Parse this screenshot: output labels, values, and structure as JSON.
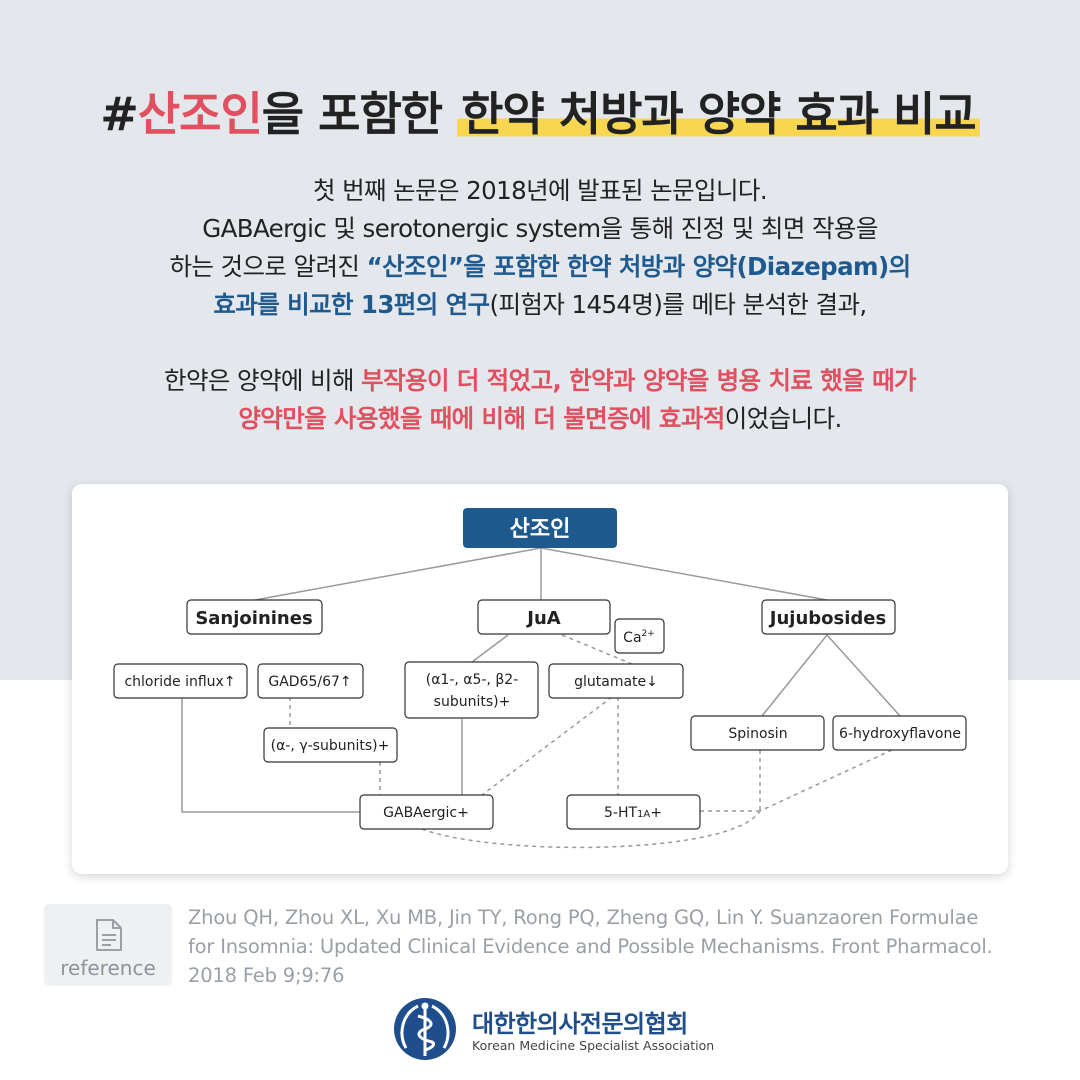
{
  "title": {
    "hash": "#",
    "highlight_red": "산조인",
    "middle": "을 포함한 ",
    "highlight_yellow": "한약 처방과 양약 효과 비교"
  },
  "paragraph1": {
    "line1": "첫 번째 논문은 2018년에 발표된 논문입니다.",
    "line2": "GABAergic 및 serotonergic system을 통해 진정 및 최면 작용을",
    "line3_plain": "하는 것으로 알려진 ",
    "line3_bold": "“산조인”을 포함한 한약 처방과 양약(Diazepam)의",
    "line4_bold": "효과를 비교한 13편의 연구",
    "line4_plain": "(피험자 1454명)를 메타 분석한 결과,"
  },
  "paragraph2": {
    "line1_plain": "한약은 양약에 비해 ",
    "line1_red": "부작용이 더 적었고, 한약과 양약을 병용 치료 했을 때가",
    "line2_red": "양약만을 사용했을 때에 비해 더 불면증에 효과적",
    "line2_plain": "이었습니다."
  },
  "diagram": {
    "root": "산조인",
    "sanjoinines": "Sanjoinines",
    "jua": "JuA",
    "jujubosides": "Jujubosides",
    "ca": "Ca",
    "ca_sup": "2+",
    "chloride": "chloride influx↑",
    "gad": "GAD65/67↑",
    "alpha1": "(α1-, α5-, β2-",
    "alpha2": "subunits)+",
    "glutamate": "glutamate↓",
    "alphagamma": "(α-, γ-subunits)+",
    "spinosin": "Spinosin",
    "hydroxy": "6-hydroxyflavone",
    "gaba": "GABAergic+",
    "ht_prefix": "5-HT",
    "ht_sub": "1A",
    "ht_suffix": "+",
    "colors": {
      "root_fill": "#1f5a8f",
      "line": "#999999",
      "box_stroke": "#333333"
    }
  },
  "reference": {
    "label": "reference",
    "icon": "document-icon",
    "line1": "Zhou QH, Zhou XL, Xu MB, Jin TY, Rong PQ, Zheng GQ, Lin Y. Suanzaoren Formulae",
    "line2": "for Insomnia: Updated Clinical Evidence and Possible Mechanisms. Front Pharmacol.",
    "line3": "2018 Feb 9;9:76"
  },
  "logo": {
    "name": "대한한의사전문의협회",
    "subtitle": "Korean Medicine Specialist Association",
    "icon": "caduceus-logo-icon"
  }
}
